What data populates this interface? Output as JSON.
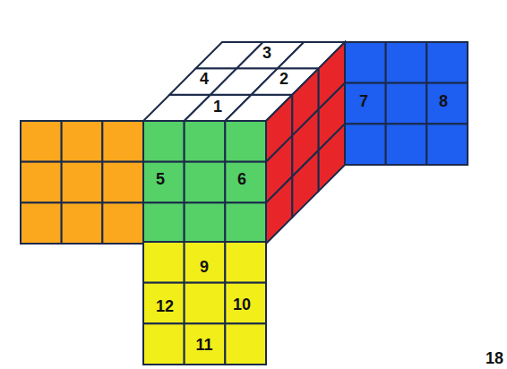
{
  "diagram": {
    "labels": [
      "3",
      "4",
      "2",
      "1",
      "7",
      "8",
      "5",
      "6",
      "9",
      "12",
      "10",
      "11",
      "18"
    ]
  }
}
